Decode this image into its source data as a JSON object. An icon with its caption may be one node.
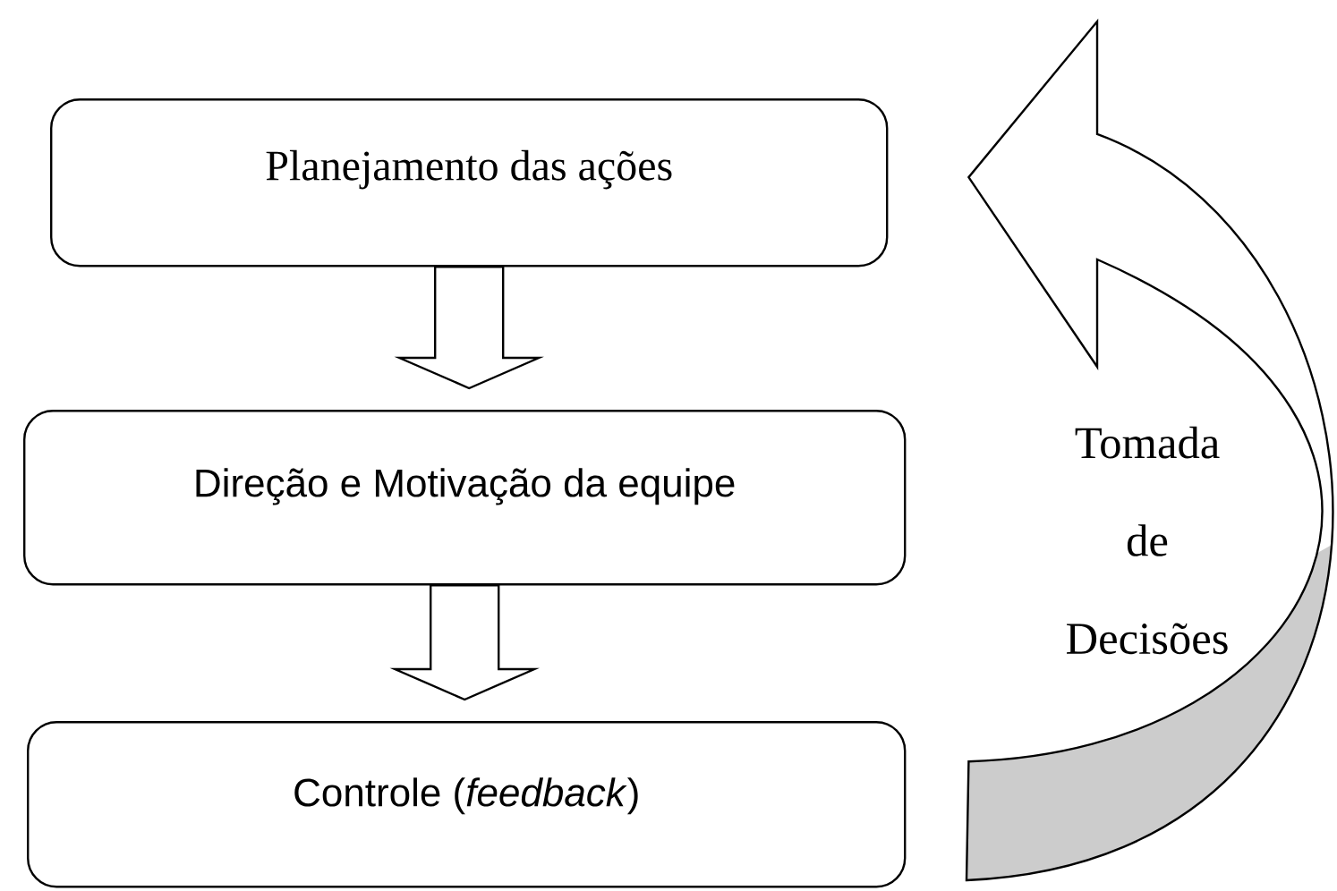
{
  "diagram": {
    "nodes": [
      {
        "text": [
          "Planejamento das ações"
        ]
      },
      {
        "text": [
          "Direção e Motivação da equipe"
        ]
      },
      {
        "text": [
          "Controle (*feedback*)"
        ]
      }
    ],
    "edges": [
      {
        "from": 0,
        "to": 1,
        "arrow": "to"
      },
      {
        "from": 1,
        "to": 2,
        "arrow": "to"
      },
      {
        "from": 2,
        "to": 0,
        "arrow": "to",
        "label": "Tomada de Decisões"
      }
    ]
  }
}
